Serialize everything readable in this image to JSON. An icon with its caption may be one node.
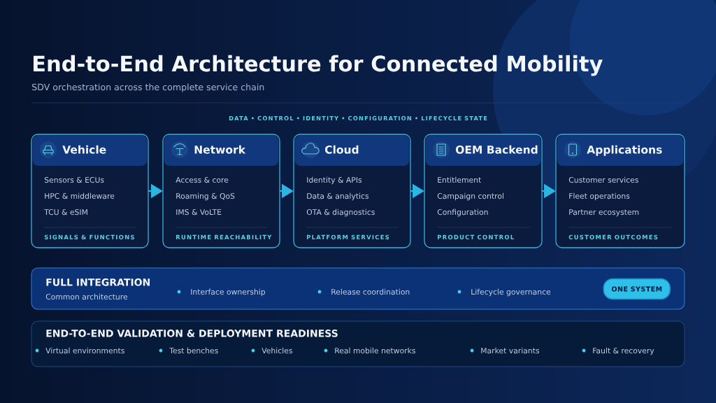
{
  "diagram": {
    "title": "End-to-End Architecture for Connected Mobility",
    "nodes": [
      {
        "text": [
          "Vehicle",
          "Sensors & ECUs",
          "HPC & middleware",
          "TCU & eSIM",
          "SIGNALS & FUNCTIONS"
        ]
      },
      {
        "text": [
          "Network",
          "Access & core",
          "Roaming & QoS",
          "IMS & VoLTE",
          "RUNTIME REACHABILITY"
        ]
      },
      {
        "text": [
          "Cloud",
          "Identity & APIs",
          "Data & analytics",
          "OTA & diagnostics",
          "PLATFORM SERVICES"
        ]
      },
      {
        "text": [
          "OEM Backend",
          "Entitlement",
          "Campaign control",
          "Configuration",
          "PRODUCT CONTROL"
        ]
      },
      {
        "text": [
          "Applications",
          "Customer services",
          "Fleet operations",
          "Partner ecosystem",
          "CUSTOMER OUTCOMES"
        ]
      },
      {
        "text": [
          "FULL INTEGRATION",
          "Common architecture",
          "Interface ownership",
          "Release coordination",
          "Lifecycle governance"
        ]
      },
      {
        "text": [
          "ONE SYSTEM"
        ],
        "in": 5
      },
      {
        "text": [
          "END-TO-END VALIDATION & DEPLOYMENT READINESS",
          "Virtual environments",
          "Test benches",
          "Vehicles",
          "Real mobile networks",
          "Market variants",
          "Fault & recovery"
        ]
      }
    ],
    "edges": [
      {
        "from": 0,
        "to": 1,
        "arrow": "to"
      },
      {
        "from": 1,
        "to": 2,
        "arrow": "to"
      },
      {
        "from": 2,
        "to": 3,
        "arrow": "to"
      },
      {
        "from": 3,
        "to": 4,
        "arrow": "to"
      }
    ],
    "labels": [
      "SDV orchestration across the complete service chain",
      "DATA • CONTROL • IDENTITY • CONFIGURATION • LIFECYCLE STATE"
    ]
  }
}
